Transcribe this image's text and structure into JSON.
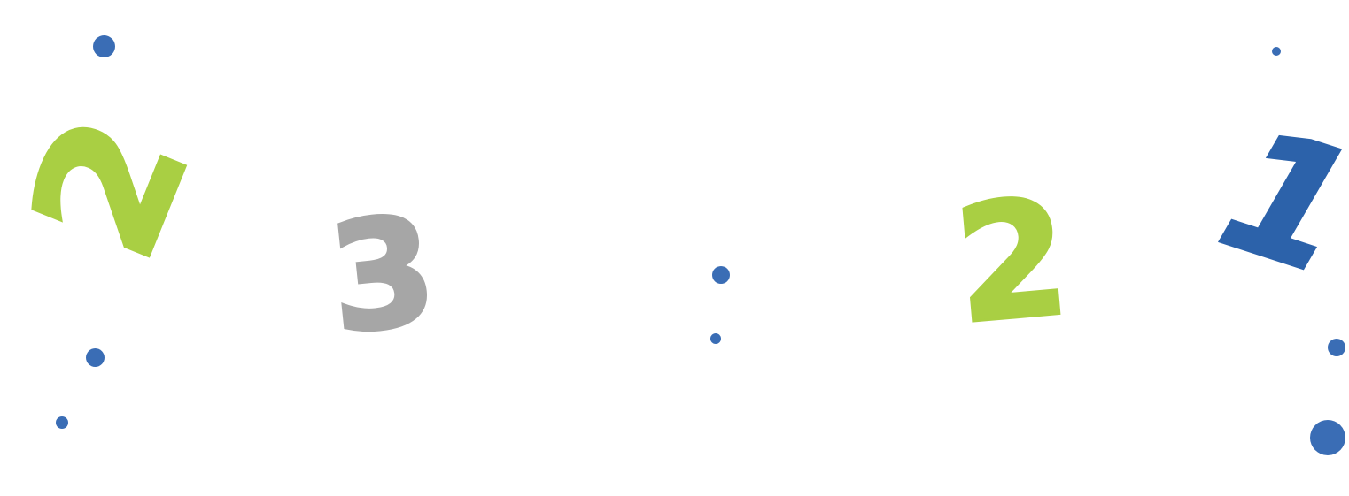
{
  "colors": {
    "background": "#ffffff",
    "green": "#a9cf43",
    "gray": "#a6a6a6",
    "blue": "#2c62aa",
    "dot_blue": "#3a6db5"
  },
  "digits": [
    {
      "text": "2",
      "color": "#a9cf43"
    },
    {
      "text": "3",
      "color": "#a6a6a6"
    },
    {
      "text": "2",
      "color": "#a9cf43"
    },
    {
      "text": "1",
      "color": "#2c62aa"
    }
  ]
}
